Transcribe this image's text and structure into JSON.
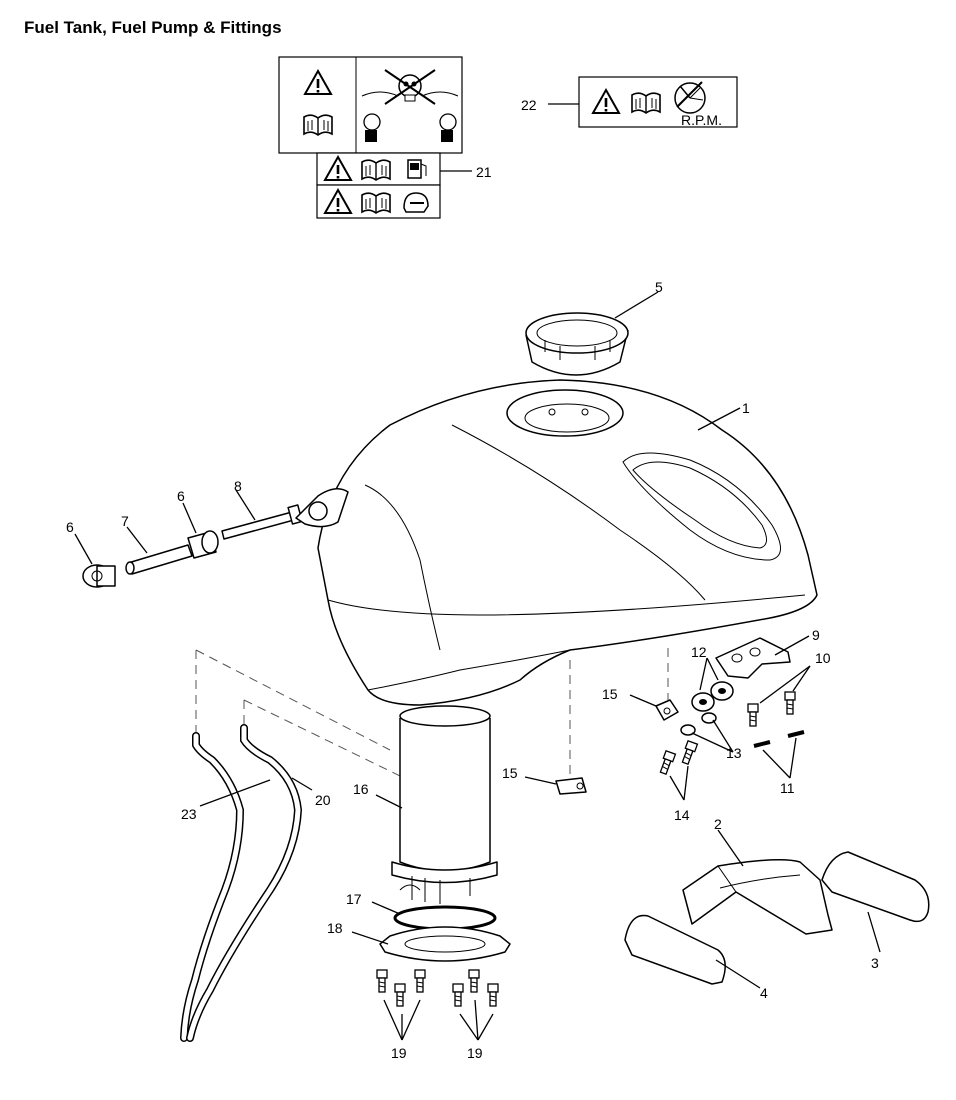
{
  "title": "Fuel Tank, Fuel Pump & Fittings",
  "callouts": {
    "c1": "1",
    "c2": "2",
    "c3": "3",
    "c4": "4",
    "c5": "5",
    "c6a": "6",
    "c6b": "6",
    "c7": "7",
    "c8": "8",
    "c9": "9",
    "c10": "10",
    "c11": "11",
    "c12": "12",
    "c13": "13",
    "c14": "14",
    "c15a": "15",
    "c15b": "15",
    "c16": "16",
    "c17": "17",
    "c18": "18",
    "c19a": "19",
    "c19b": "19",
    "c20": "20",
    "c21": "21",
    "c22": "22",
    "c23": "23"
  },
  "labels": {
    "rpm": "R.P.M."
  },
  "icons": [
    "warning-triangle-icon",
    "manual-book-icon",
    "rpm-gauge-icon",
    "fuel-pump-icon",
    "helmet-icon",
    "skull-crossbones-icon",
    "rider-icon"
  ]
}
